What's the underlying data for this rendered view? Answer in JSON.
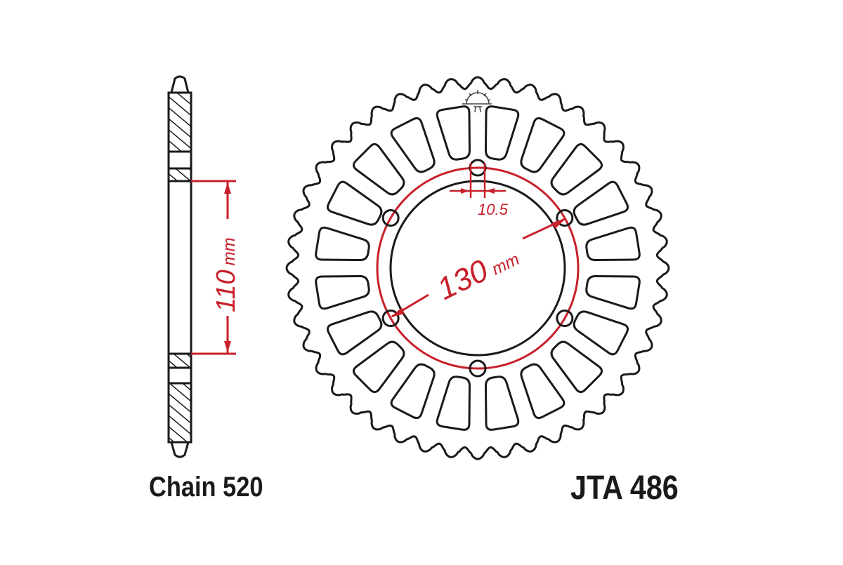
{
  "drawing": {
    "type": "rear sprocket technical drawing",
    "part_number": "JTA 486",
    "chain_label": "Chain 520",
    "colors": {
      "outline": "#1a1a1a",
      "dimension": "#c8202a",
      "background": "#ffffff"
    },
    "side_view": {
      "dimension_value": "110",
      "dimension_unit": "mm"
    },
    "front_view": {
      "teeth": 44,
      "windows": 20,
      "bolt_holes": 6,
      "bolt_circle_value": "130",
      "bolt_circle_unit": "mm",
      "bolt_hole_value": "10.5"
    },
    "logo_icon": "sun-logo-icon"
  }
}
